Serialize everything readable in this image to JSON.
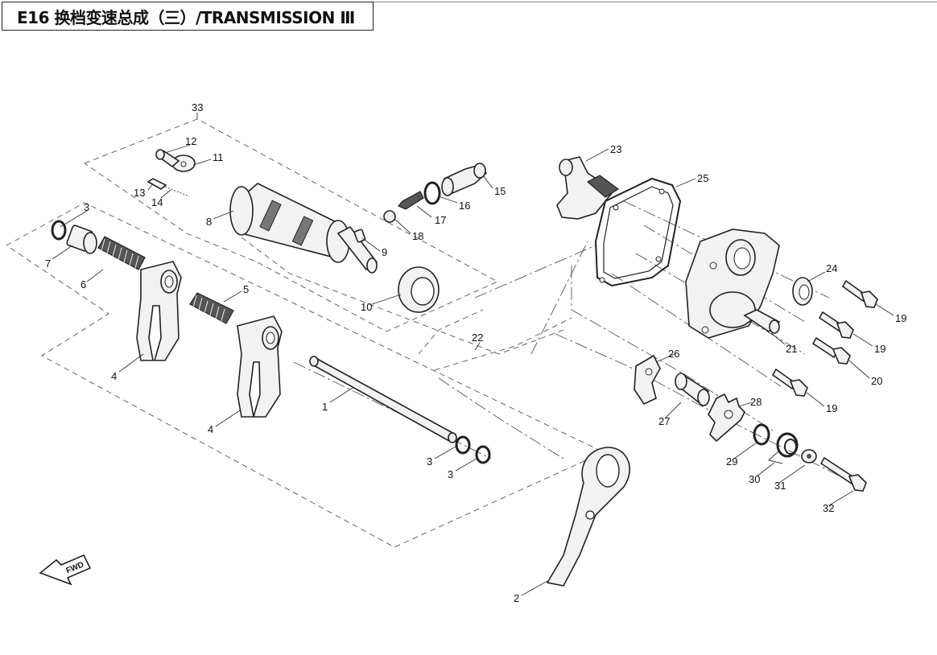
{
  "title": "E16 换档变速总成（三）/TRANSMISSION Ⅲ",
  "fwd_label": "FWD",
  "callouts": [
    "1",
    "2",
    "3",
    "3",
    "3",
    "4",
    "4",
    "5",
    "6",
    "7",
    "8",
    "9",
    "10",
    "11",
    "12",
    "13",
    "14",
    "15",
    "16",
    "17",
    "18",
    "19",
    "19",
    "19",
    "20",
    "21",
    "22",
    "23",
    "24",
    "25",
    "26",
    "27",
    "28",
    "29",
    "30",
    "31",
    "32",
    "33"
  ]
}
